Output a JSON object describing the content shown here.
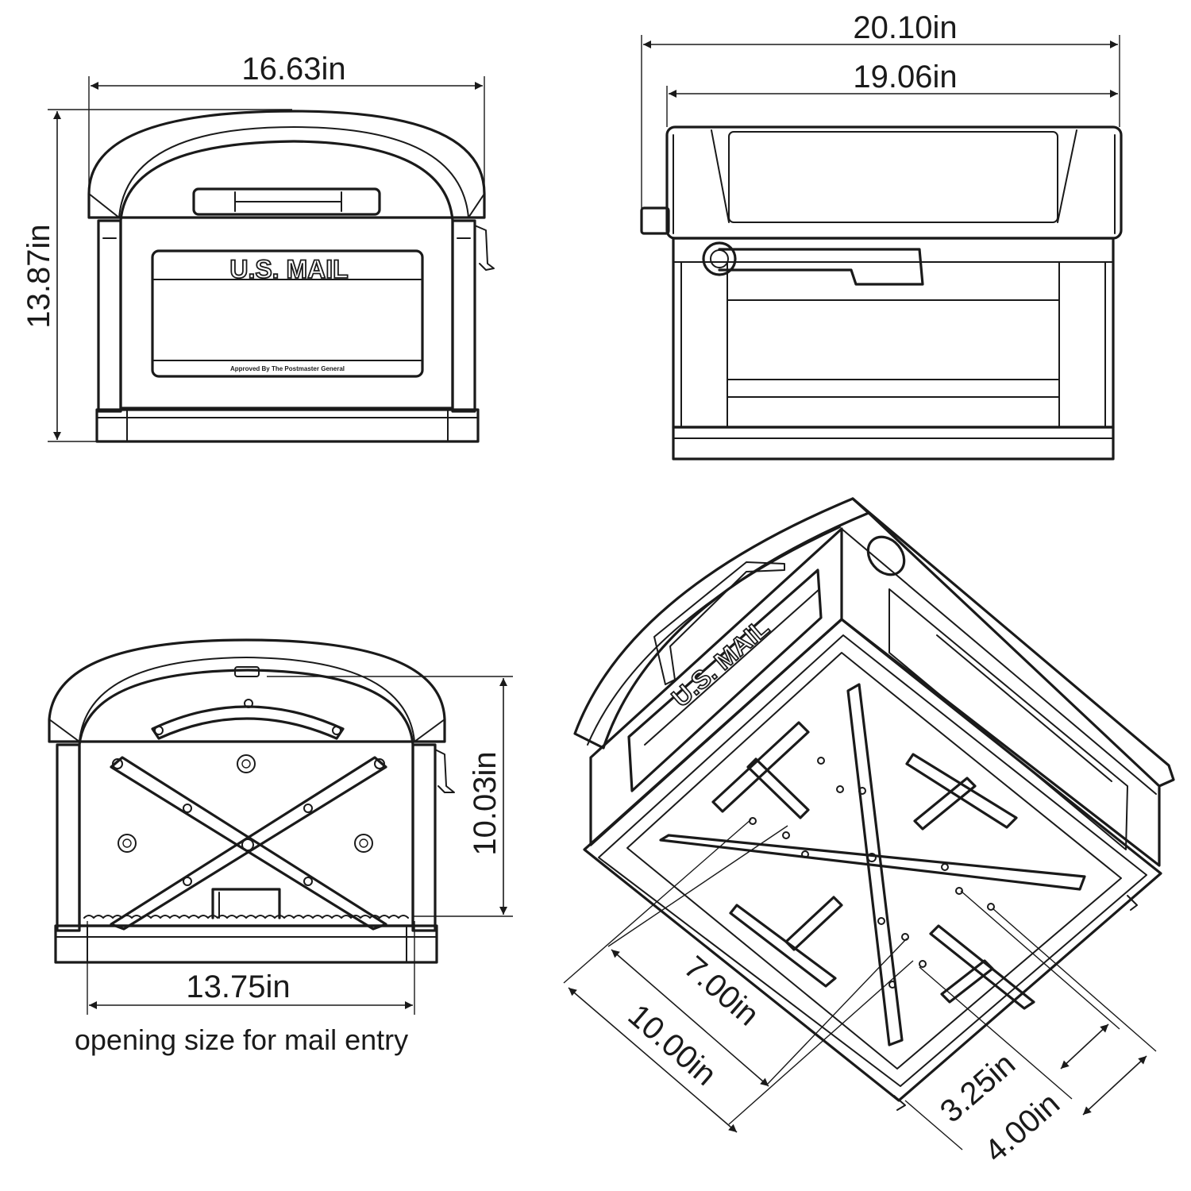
{
  "front_view": {
    "width_label": "16.63in",
    "height_label": "13.87in",
    "plate_title": "U.S. MAIL",
    "plate_subtitle": "Approved By The Postmaster General"
  },
  "top_view": {
    "overall_width_label": "20.10in",
    "body_width_label": "19.06in"
  },
  "rear_view": {
    "opening_width_label": "13.75in",
    "opening_height_label": "10.03in",
    "caption": "opening size for mail entry"
  },
  "bottom_view": {
    "plate_title": "U.S. MAIL",
    "dim_a_label": "7.00in",
    "dim_b_label": "10.00in",
    "dim_c_label": "3.25in",
    "dim_d_label": "4.00in"
  }
}
